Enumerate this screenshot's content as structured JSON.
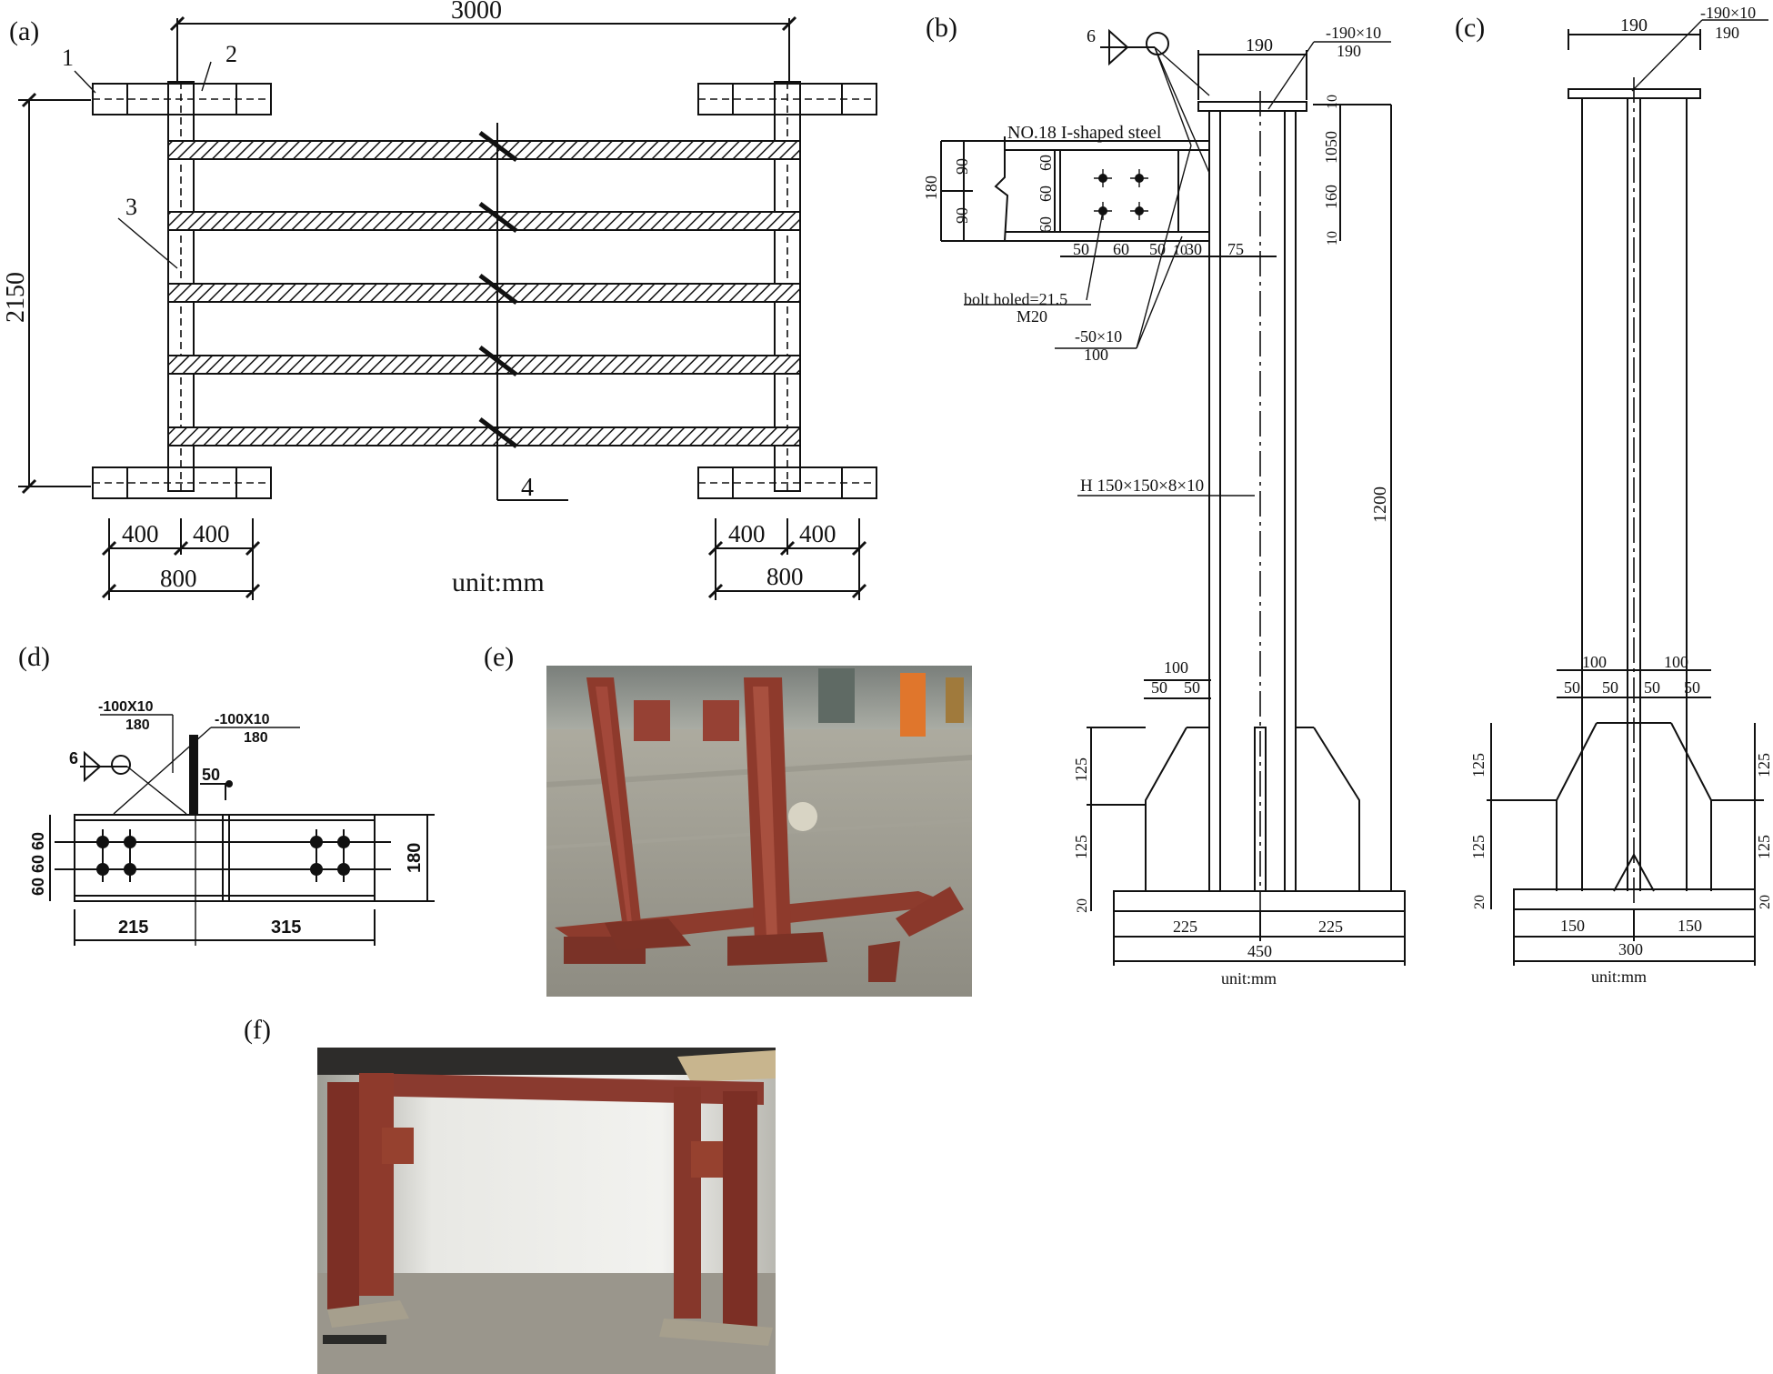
{
  "panels": {
    "a": {
      "label": "(a)",
      "dim_top": "3000",
      "dim_left": "2150",
      "callouts": [
        "1",
        "2",
        "3",
        "4"
      ],
      "dims_bottom_left": [
        "400",
        "400",
        "800"
      ],
      "dims_bottom_right": [
        "400",
        "400",
        "800"
      ],
      "unit": "unit:mm"
    },
    "b": {
      "label": "(b)",
      "weld_size": "6",
      "top_dim": "190",
      "plate_top_1": "-190×10",
      "plate_top_2": "190",
      "beam_name": "NO.18 I-shaped steel",
      "dim_180": "180",
      "dim_90a": "90",
      "dim_90b": "90",
      "dim_60a": "60",
      "dim_60b": "60",
      "dim_60c": "60",
      "dim_50a": "50",
      "dim_60d": "60",
      "dim_50b": "50",
      "dim_10": "10",
      "dim_30": "30",
      "dim_75": "75",
      "right_1050": "1050",
      "right_10a": "10",
      "right_160": "160",
      "right_10b": "10",
      "bolt_1": "bolt holed=21.5",
      "bolt_2": "M20",
      "stiff_1": "-50×10",
      "stiff_2": "100",
      "column_name": "H 150×150×8×10",
      "dim_1200": "1200",
      "dim_100": "100",
      "dim_50c": "50",
      "dim_50d": "50",
      "dim_125a": "125",
      "dim_125b": "125",
      "dim_20": "20",
      "dim_225a": "225",
      "dim_225b": "225",
      "dim_450": "450",
      "unit": "unit:mm"
    },
    "c": {
      "label": "(c)",
      "top_dim": "190",
      "plate_1": "-190×10",
      "plate_2": "190",
      "dim_100a": "100",
      "dim_100b": "100",
      "dim_50s": [
        "50",
        "50",
        "50",
        "50"
      ],
      "dim_125s": [
        "125",
        "125",
        "125",
        "125"
      ],
      "dim_20a": "20",
      "dim_20b": "20",
      "dim_150a": "150",
      "dim_150b": "150",
      "dim_300": "300",
      "unit": "unit:mm"
    },
    "d": {
      "label": "(d)",
      "plate_a1": "-100X10",
      "plate_a2": "180",
      "plate_b1": "-100X10",
      "plate_b2": "180",
      "weld_size": "6",
      "dim_50": "50",
      "dim_left": "60 60 60",
      "dim_180": "180",
      "dim_215": "215",
      "dim_315": "315"
    },
    "e": {
      "label": "(e)"
    },
    "f": {
      "label": "(f)"
    }
  }
}
